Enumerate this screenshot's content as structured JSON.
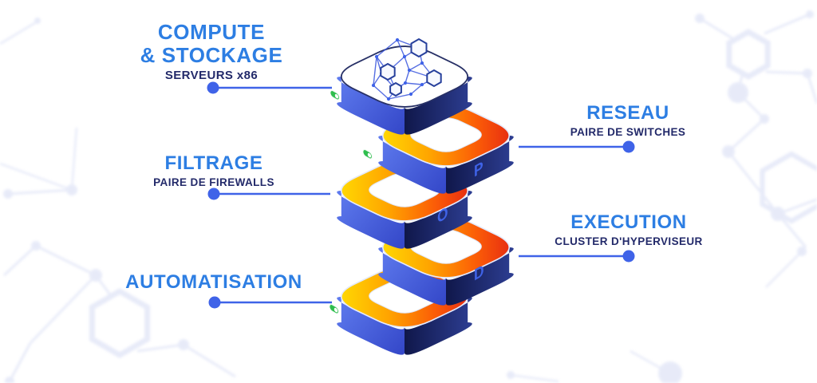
{
  "labels": {
    "compute": {
      "title_line1": "COMPUTE",
      "title_line2": "& STOCKAGE",
      "subtitle": "SERVEURS x86"
    },
    "reseau": {
      "title": "RESEAU",
      "subtitle": "PAIRE DE SWITCHES"
    },
    "filtrage": {
      "title": "FILTRAGE",
      "subtitle": "PAIRE DE FIREWALLS"
    },
    "execution": {
      "title": "EXECUTION",
      "subtitle": "CLUSTER D'HYPERVISEUR"
    },
    "automatisation": {
      "title": "AUTOMATISATION"
    }
  },
  "stack": {
    "letters": [
      "P",
      "O",
      "D"
    ],
    "layer_names": [
      "compute-stockage",
      "reseau",
      "filtrage",
      "execution",
      "automatisation"
    ]
  },
  "icons": {
    "top_tile": "network-graph-icon",
    "layer_badges": [
      "green-toggle-icon",
      "green-toggle-icon",
      "chain-link-icon",
      "chain-link-icon",
      "green-toggle-icon"
    ]
  },
  "colors": {
    "title_blue": "#2d7ee3",
    "subtitle_navy": "#232a6a",
    "connector_blue": "#3f63e8",
    "ring_yellow": "#ffe604",
    "ring_orange": "#ff9c00",
    "ring_red": "#e01d15",
    "side_blue": "#4a66e0",
    "side_navy": "#141c52",
    "led_green": "#2fbe4e",
    "background_pattern": "#e2e6f7"
  }
}
